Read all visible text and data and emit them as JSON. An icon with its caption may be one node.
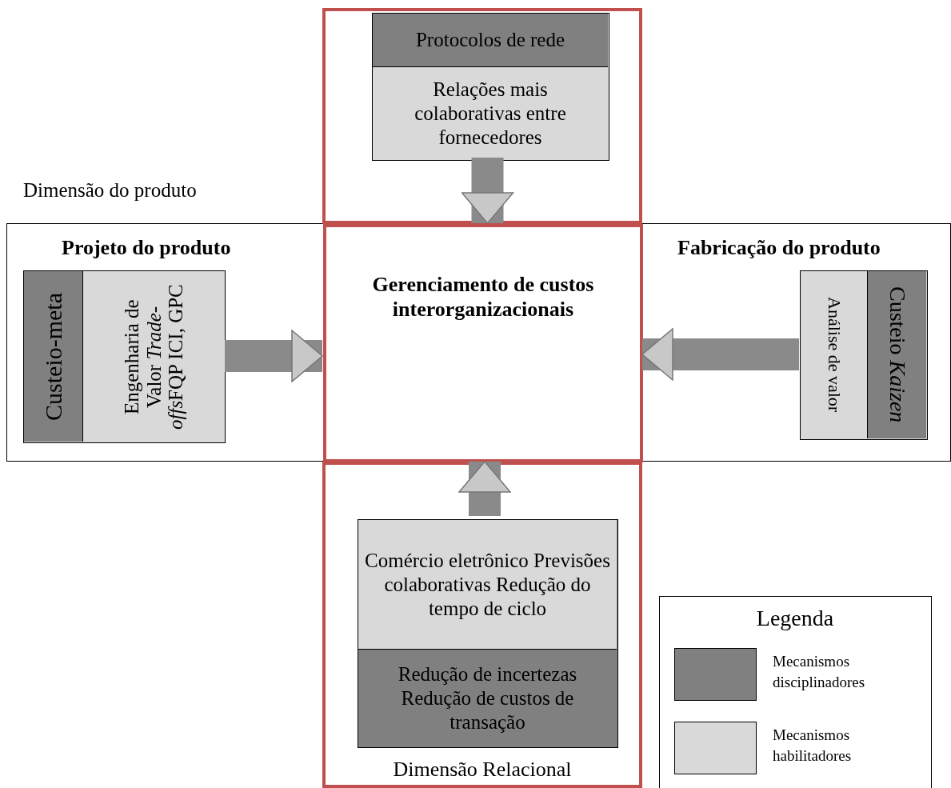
{
  "diagram": {
    "nodes": [
      {
        "text": [
          "Dimensão do produto"
        ]
      },
      {
        "text": [],
        "shape": "box"
      },
      {
        "text": [
          "Protocolos de rede",
          "Relações mais colaborativas entre fornecedores"
        ],
        "in": 1
      },
      {
        "text": [
          "Gerenciamento de custos interorganizacionais"
        ],
        "in": 0
      },
      {
        "text": [
          "Custeio-meta",
          "Engenharia de Valor",
          "Trade-offs",
          "FQP ICI, GPC"
        ],
        "beside": [
          "Projeto do produto"
        ],
        "in": 0
      },
      {
        "text": [
          "Análise de valor",
          "Custeio *Kaizen*"
        ],
        "beside": [
          "Fabricação do produto"
        ],
        "in": 0
      },
      {
        "text": [
          "Dimensão Relacional"
        ]
      },
      {
        "text": [
          "Comércio eletrônico Previsões colaborativas Redução do tempo de ciclo",
          "Redução de incertezas Redução de custos de transação"
        ],
        "in": 6
      }
    ],
    "edges": [
      {
        "from": 2,
        "to": 3,
        "arrow": "to"
      },
      {
        "from": 4,
        "to": 3,
        "arrow": "to"
      },
      {
        "from": 5,
        "to": 3,
        "arrow": "to"
      },
      {
        "from": 7,
        "to": 3,
        "arrow": "to"
      }
    ],
    "labels": [
      "Legenda"
    ],
    "legend": [
      {
        "text": "Mecanismos disciplinadores",
        "color": "#808080"
      },
      {
        "text": "Mecanismos habilitadores",
        "color": "#d9d9d9"
      }
    ]
  }
}
